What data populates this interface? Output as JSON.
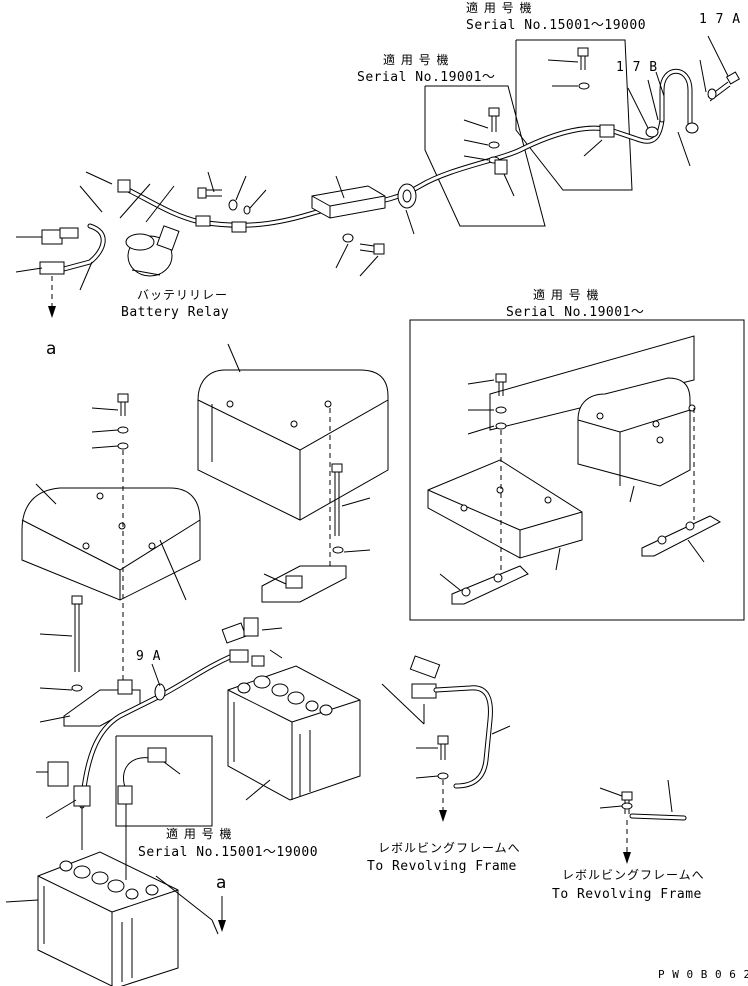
{
  "labels": {
    "serial_15001_19000_top_jp": "適 用 号 機",
    "serial_15001_19000_top": "Serial No.15001～19000",
    "serial_19001_top_jp": "適 用 号 機",
    "serial_19001_top": "Serial No.19001～",
    "ref_17a": "1 7 A",
    "ref_17b": "1 7 B",
    "battery_relay_jp": "バッテリリレー",
    "battery_relay": "Battery Relay",
    "a_top": "a",
    "serial_19001_box_jp": "適 用 号 機",
    "serial_19001_box": "Serial No.19001～",
    "ref_9a": "9 A",
    "serial_15001_19000_bottom_jp": "適 用 号 機",
    "serial_15001_19000_bottom": "Serial No.15001～19000",
    "a_bottom": "a",
    "revolving_frame_1_jp": "レボルビングフレームへ",
    "revolving_frame_1": "To Revolving Frame",
    "revolving_frame_2_jp": "レボルビングフレームへ",
    "revolving_frame_2": "To Revolving Frame",
    "drawing_number": "P W 0 B 0 6 2"
  }
}
